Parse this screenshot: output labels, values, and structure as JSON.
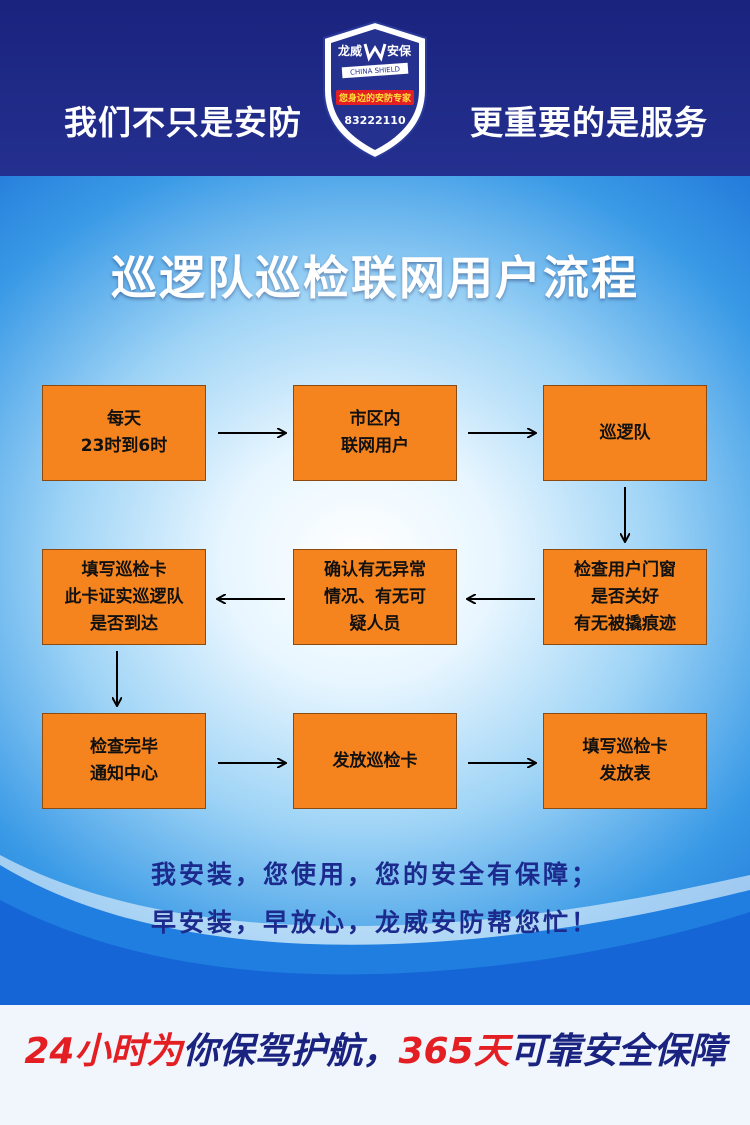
{
  "header": {
    "slogan_left": "我们不只是安防",
    "slogan_right": "更重要的是服务",
    "badge": {
      "brand_left": "龙威",
      "brand_right": "安保",
      "subtitle": "CHINA SHIELD",
      "motto": "您身边的安防专家",
      "phone": "83222110"
    }
  },
  "title": "巡逻队巡检联网用户流程",
  "flow": {
    "step1": "每天\n23时到6时",
    "step2": "市区内\n联网用户",
    "step3": "巡逻队",
    "step4": "检查用户门窗\n是否关好\n有无被撬痕迹",
    "step5": "确认有无异常\n情况、有无可\n疑人员",
    "step6": "填写巡检卡\n此卡证实巡逻队\n是否到达",
    "step7": "检查完毕\n通知中心",
    "step8": "发放巡检卡",
    "step9": "填写巡检卡\n发放表"
  },
  "bottom": {
    "line1": "我安装，您使用，您的安全有保障；",
    "line2": "早安装，早放心，龙威安防帮您忙！"
  },
  "footer": {
    "part1": "24小时为",
    "part2": "你保驾护航，",
    "part3": "365天",
    "part4": "可靠安全保障"
  },
  "colors": {
    "header_bg": "#1a237e",
    "box_fill": "#f5841f",
    "footer_red": "#e41f24",
    "footer_navy": "#1a2380"
  }
}
